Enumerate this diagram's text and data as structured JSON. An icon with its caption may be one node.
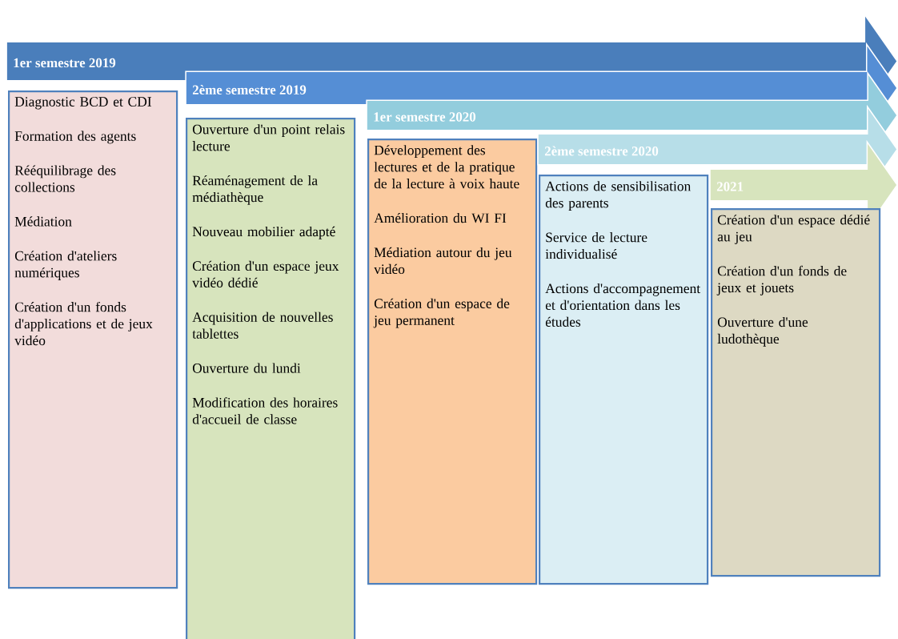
{
  "diagram": {
    "nodes": [
      {
        "text": [
          "1er semestre 2019"
        ]
      },
      {
        "text": [
          "Diagnostic BCD et CDI",
          "Formation des agents",
          "Rééquilibrage des collections",
          "Médiation",
          "Création d'ateliers numériques",
          "Création d'un fonds d'applications et de jeux vidéo"
        ]
      },
      {
        "text": [
          "2ème semestre 2019"
        ]
      },
      {
        "text": [
          "Ouverture d'un point relais lecture",
          "Réaménagement de la médiathèque",
          "Nouveau mobilier adapté",
          "Création d'un espace jeux vidéo dédié",
          "Acquisition de nouvelles tablettes",
          "Ouverture du lundi",
          "Modification des horaires d'accueil de classe"
        ]
      },
      {
        "text": [
          "1er semestre 2020"
        ]
      },
      {
        "text": [
          "Développement des lectures et de la pratique de la lecture à voix haute",
          "Amélioration du WI FI",
          "Médiation autour du jeu vidéo",
          "Création d'un espace de jeu permanent"
        ]
      },
      {
        "text": [
          "2ème semestre 2020"
        ]
      },
      {
        "text": [
          "Actions de sensibilisation des parents",
          "Service de lecture individualisé",
          "Actions d'accompagnement et d'orientation dans les études"
        ]
      },
      {
        "text": [
          "2021"
        ]
      },
      {
        "text": [
          "Création d'un espace dédié au jeu",
          "Création d'un fonds de jeux et jouets",
          "Ouverture d'une ludothèque"
        ]
      }
    ]
  }
}
